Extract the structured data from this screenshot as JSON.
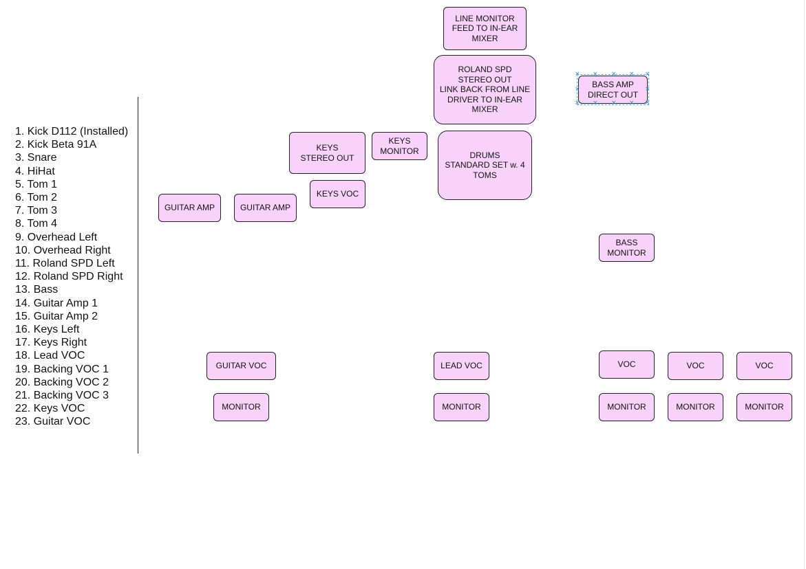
{
  "input_list": [
    "1. Kick D112 (Installed)",
    "2. Kick Beta 91A",
    "3. Snare",
    "4. HiHat",
    "5. Tom 1",
    "6. Tom 2",
    "7. Tom 3",
    "8. Tom 4",
    "9. Overhead Left",
    "10. Overhead Right",
    "11. Roland SPD Left",
    "12. Roland SPD Right",
    "13. Bass",
    "14. Guitar Amp 1",
    "15. Guitar Amp 2",
    "16. Keys Left",
    "17. Keys Right",
    "18. Lead VOC",
    "19. Backing VOC 1",
    "20. Backing VOC 2",
    "21. Backing VOC 3",
    "22. Keys VOC",
    "23. Guitar VOC"
  ],
  "nodes": {
    "line_monitor": "LINE MONITOR\nFEED TO IN-EAR\nMIXER",
    "roland_spd": "ROLAND SPD\nSTEREO OUT\nLINK BACK FROM LINE\nDRIVER TO IN-EAR\nMIXER",
    "bass_amp": "BASS AMP\nDIRECT OUT",
    "keys_stereo": "KEYS\nSTEREO OUT",
    "keys_monitor": "KEYS\nMONITOR",
    "drums": "DRUMS\nSTANDARD SET w. 4\nTOMS",
    "keys_voc": "KEYS VOC",
    "guitar_amp_1": "GUITAR AMP",
    "guitar_amp_2": "GUITAR AMP",
    "bass_monitor": "BASS\nMONITOR",
    "guitar_voc": "GUITAR VOC",
    "lead_voc": "LEAD VOC",
    "voc_1": "VOC",
    "voc_2": "VOC",
    "voc_3": "VOC",
    "monitor_1": "MONITOR",
    "monitor_2": "MONITOR",
    "monitor_3": "MONITOR",
    "monitor_4": "MONITOR",
    "monitor_5": "MONITOR"
  },
  "colors": {
    "node_fill": "#f9d2fb",
    "node_border": "#222222",
    "selection": "#2a8fd6"
  },
  "selected_node": "bass_amp"
}
